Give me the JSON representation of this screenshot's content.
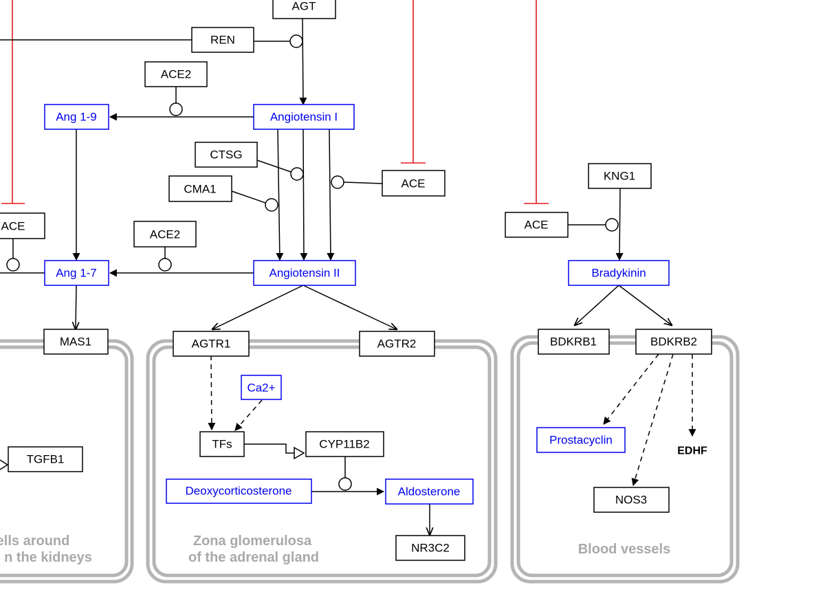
{
  "colors": {
    "gene": "#000000",
    "metabolite": "#0000ee",
    "inhibition": "#e31a1c",
    "compartment": "#b5b5b5",
    "compartment_label": "#a9a9a9"
  },
  "nodes": {
    "agt": "AGT",
    "ren": "REN",
    "ace2_top": "ACE2",
    "ang19": "Ang 1-9",
    "ang1": "Angiotensin I",
    "ctsg": "CTSG",
    "cma1": "CMA1",
    "ace_mid": "ACE",
    "ace_left": "ACE",
    "ace2_bottom": "ACE2",
    "ang17": "Ang 1-7",
    "ang2": "Angiotensin II",
    "mas1": "MAS1",
    "agtr1": "AGTR1",
    "agtr2": "AGTR2",
    "ca2": "Ca2+",
    "tfs": "TFs",
    "cyp11b2": "CYP11B2",
    "doc": "Deoxycorticosterone",
    "aldosterone": "Aldosterone",
    "nr3c2": "NR3C2",
    "tgfb1": "TGFB1",
    "kng1": "KNG1",
    "ace_right": "ACE",
    "bradykinin": "Bradykinin",
    "bdkrb1": "BDKRB1",
    "bdkrb2": "BDKRB2",
    "prostacyclin": "Prostacyclin",
    "nos3": "NOS3",
    "edhf": "EDHF"
  },
  "compartments": {
    "kidney_line1": "ells around",
    "kidney_line2": "n the kidneys",
    "adrenal_line1": "Zona glomerulosa",
    "adrenal_line2": "of the adrenal gland",
    "vessels": "Blood vessels"
  }
}
